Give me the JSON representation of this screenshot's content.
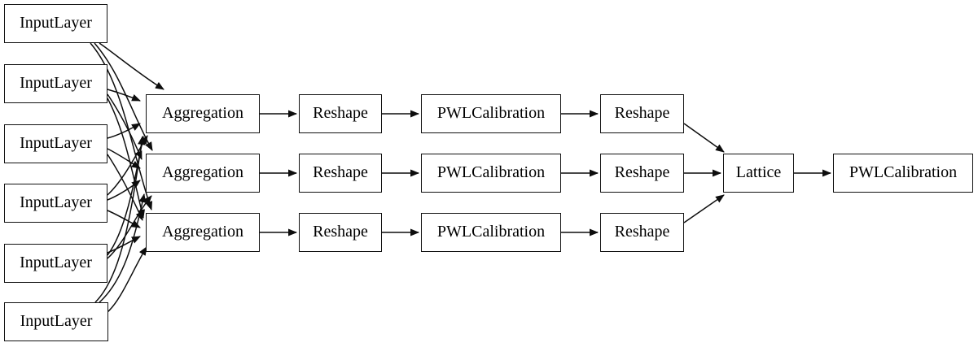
{
  "diagram": {
    "kind": "keras-model-graph",
    "background_color": "#ffffff",
    "node_fill_color": "#ffffff",
    "node_border_color": "#111111",
    "edge_color": "#0d0d0d",
    "nodes": [
      {
        "id": "input_1",
        "label": "InputLayer"
      },
      {
        "id": "input_2",
        "label": "InputLayer"
      },
      {
        "id": "input_3",
        "label": "InputLayer"
      },
      {
        "id": "input_4",
        "label": "InputLayer"
      },
      {
        "id": "input_5",
        "label": "InputLayer"
      },
      {
        "id": "input_6",
        "label": "InputLayer"
      },
      {
        "id": "agg_1",
        "label": "Aggregation"
      },
      {
        "id": "agg_2",
        "label": "Aggregation"
      },
      {
        "id": "agg_3",
        "label": "Aggregation"
      },
      {
        "id": "reshape_a1",
        "label": "Reshape"
      },
      {
        "id": "reshape_a2",
        "label": "Reshape"
      },
      {
        "id": "reshape_a3",
        "label": "Reshape"
      },
      {
        "id": "pwlcal_1",
        "label": "PWLCalibration"
      },
      {
        "id": "pwlcal_2",
        "label": "PWLCalibration"
      },
      {
        "id": "pwlcal_3",
        "label": "PWLCalibration"
      },
      {
        "id": "reshape_b1",
        "label": "Reshape"
      },
      {
        "id": "reshape_b2",
        "label": "Reshape"
      },
      {
        "id": "reshape_b3",
        "label": "Reshape"
      },
      {
        "id": "lattice_1",
        "label": "Lattice"
      },
      {
        "id": "pwlcal_out",
        "label": "PWLCalibration"
      }
    ],
    "edges": [
      {
        "from": "input_1",
        "to": "agg_1"
      },
      {
        "from": "input_1",
        "to": "agg_2"
      },
      {
        "from": "input_1",
        "to": "agg_3"
      },
      {
        "from": "input_2",
        "to": "agg_1"
      },
      {
        "from": "input_2",
        "to": "agg_2"
      },
      {
        "from": "input_2",
        "to": "agg_3"
      },
      {
        "from": "input_3",
        "to": "agg_1"
      },
      {
        "from": "input_3",
        "to": "agg_2"
      },
      {
        "from": "input_3",
        "to": "agg_3"
      },
      {
        "from": "input_4",
        "to": "agg_1"
      },
      {
        "from": "input_4",
        "to": "agg_2"
      },
      {
        "from": "input_4",
        "to": "agg_3"
      },
      {
        "from": "input_5",
        "to": "agg_1"
      },
      {
        "from": "input_5",
        "to": "agg_2"
      },
      {
        "from": "input_5",
        "to": "agg_3"
      },
      {
        "from": "input_6",
        "to": "agg_1"
      },
      {
        "from": "input_6",
        "to": "agg_2"
      },
      {
        "from": "input_6",
        "to": "agg_3"
      },
      {
        "from": "agg_1",
        "to": "reshape_a1"
      },
      {
        "from": "agg_2",
        "to": "reshape_a2"
      },
      {
        "from": "agg_3",
        "to": "reshape_a3"
      },
      {
        "from": "reshape_a1",
        "to": "pwlcal_1"
      },
      {
        "from": "reshape_a2",
        "to": "pwlcal_2"
      },
      {
        "from": "reshape_a3",
        "to": "pwlcal_3"
      },
      {
        "from": "pwlcal_1",
        "to": "reshape_b1"
      },
      {
        "from": "pwlcal_2",
        "to": "reshape_b2"
      },
      {
        "from": "pwlcal_3",
        "to": "reshape_b3"
      },
      {
        "from": "reshape_b1",
        "to": "lattice_1"
      },
      {
        "from": "reshape_b2",
        "to": "lattice_1"
      },
      {
        "from": "reshape_b3",
        "to": "lattice_1"
      },
      {
        "from": "lattice_1",
        "to": "pwlcal_out"
      }
    ]
  }
}
